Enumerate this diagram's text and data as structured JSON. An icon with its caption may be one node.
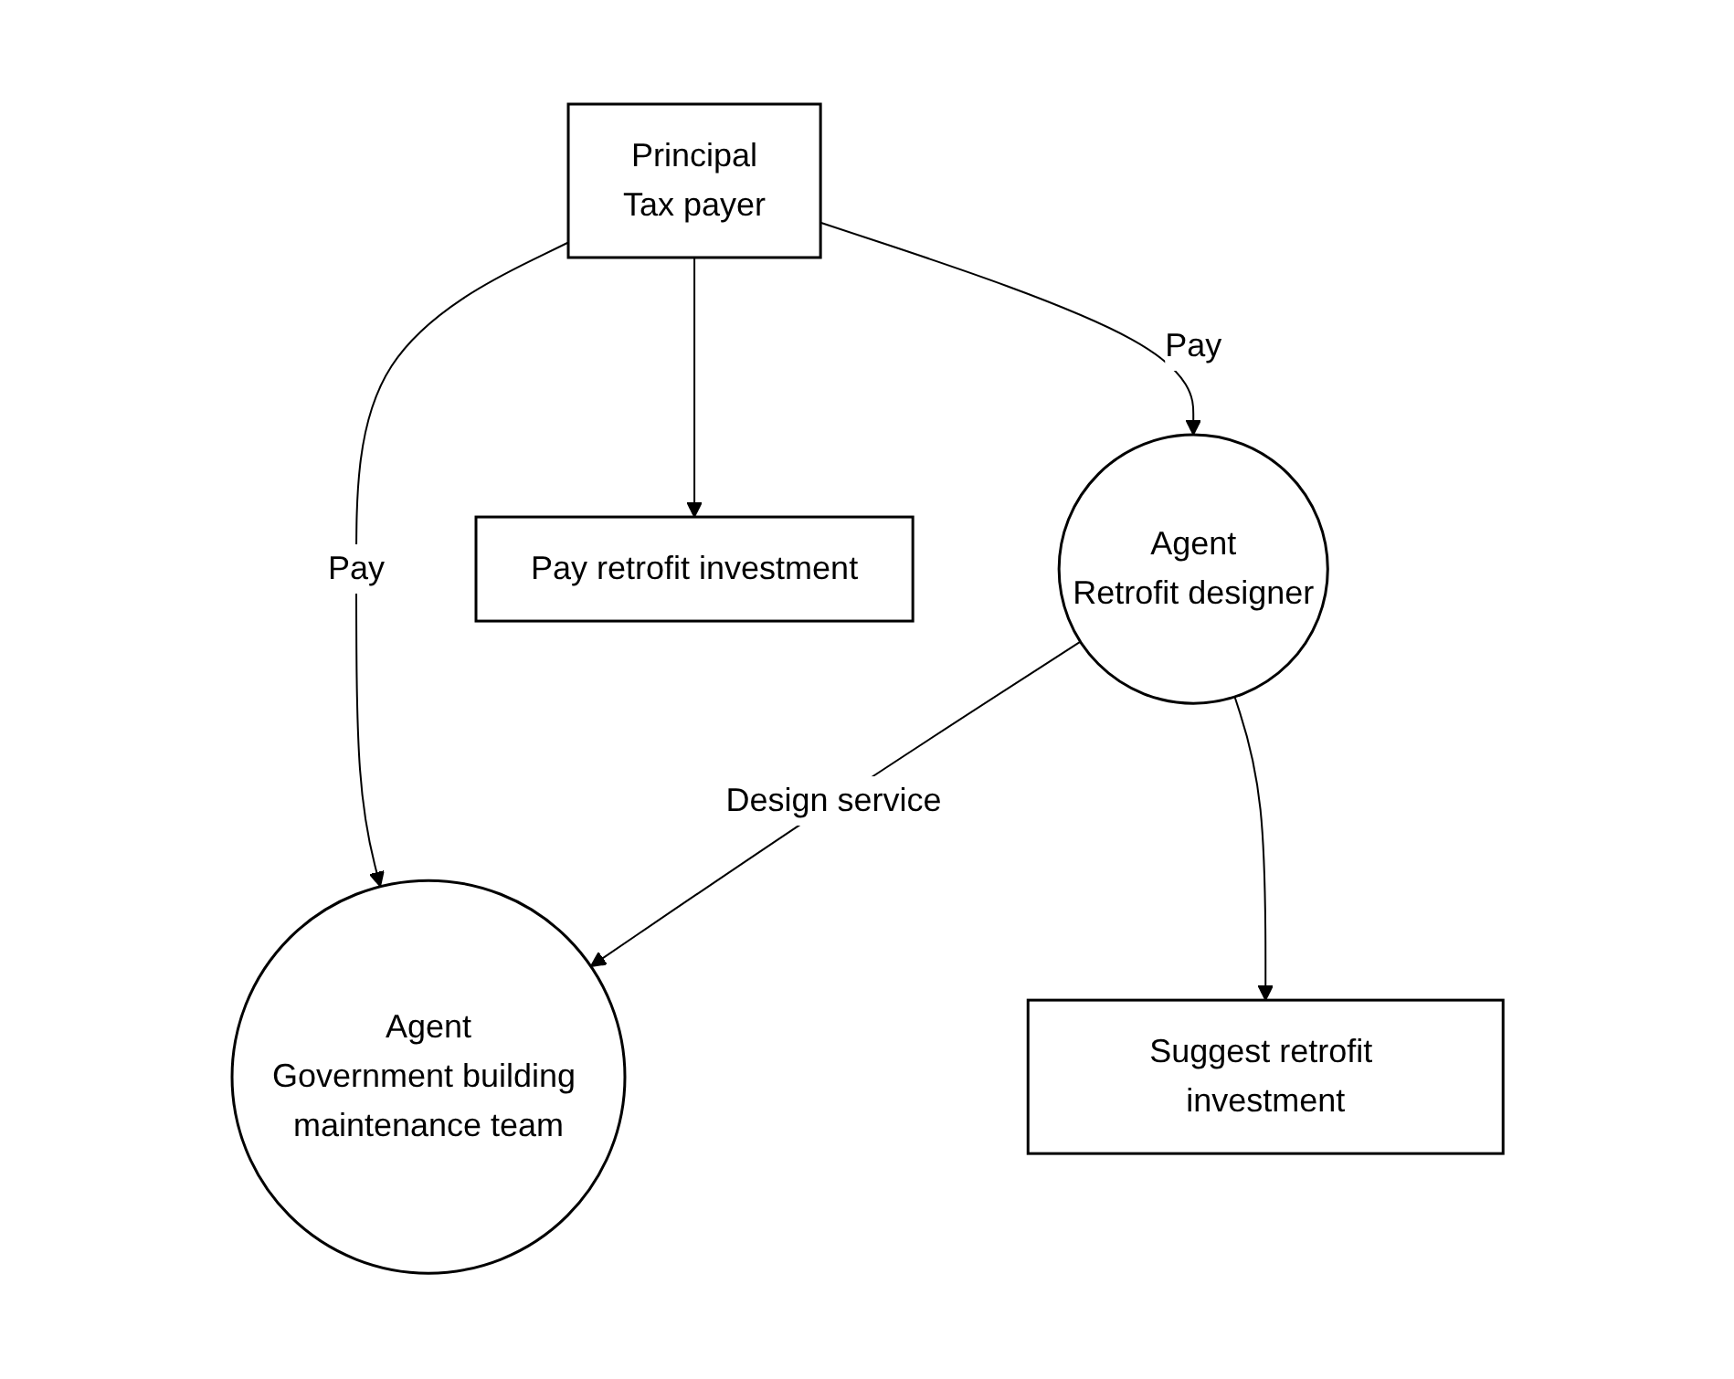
{
  "diagram": {
    "nodes": [
      {
        "text": [
          "Agent",
          "Government building maintenance team"
        ]
      },
      {
        "text": [
          "Principal",
          "Tax payer"
        ]
      },
      {
        "text": [
          "Agent",
          "Retrofit designer"
        ]
      },
      {
        "text": [
          "Pay retrofit investment"
        ]
      },
      {
        "text": [
          "Suggest retrofit investment"
        ]
      }
    ],
    "edges": [
      {
        "from": 1,
        "to": 0,
        "arrow": "to",
        "label": "Pay"
      },
      {
        "from": 1,
        "to": 2,
        "arrow": "to",
        "label": "Pay"
      },
      {
        "from": 2,
        "to": 0,
        "arrow": "to",
        "label": "Design service"
      },
      {
        "from": 1,
        "to": 3,
        "arrow": "to"
      },
      {
        "from": 2,
        "to": 4,
        "arrow": "to"
      }
    ]
  }
}
